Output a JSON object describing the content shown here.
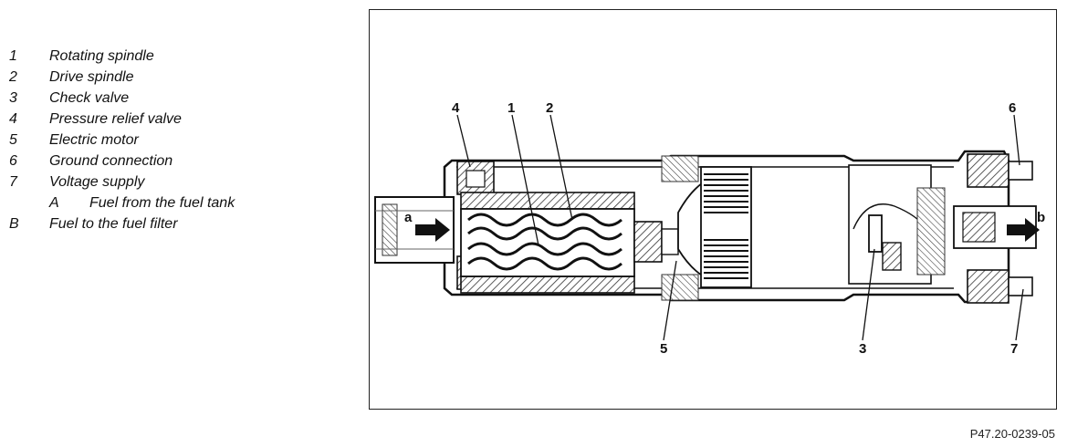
{
  "legend": [
    {
      "num": "1",
      "text": "Rotating spindle"
    },
    {
      "num": "2",
      "text": "Drive spindle"
    },
    {
      "num": "3",
      "text": "Check valve"
    },
    {
      "num": "4",
      "text": "Pressure relief valve"
    },
    {
      "num": "5",
      "text": "Electric motor"
    },
    {
      "num": "6",
      "text": "Ground connection"
    },
    {
      "num": "7",
      "text": "Voltage supply"
    },
    {
      "num": "A",
      "text": "Fuel from the fuel tank"
    },
    {
      "num": "B",
      "text": "Fuel to the fuel filter"
    }
  ],
  "diagram": {
    "callouts": [
      "4",
      "1",
      "2",
      "6",
      "5",
      "3",
      "7"
    ],
    "flow_in": "a",
    "flow_out": "b"
  },
  "reference": "P47.20-0239-05"
}
